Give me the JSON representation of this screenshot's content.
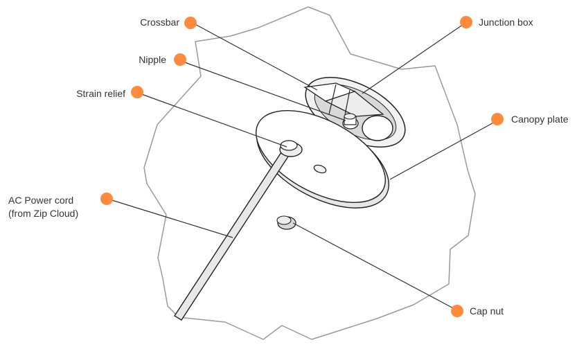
{
  "colors": {
    "callout_dot": "#FF8A3D",
    "leader_line": "#333333",
    "outline": "#999999",
    "part_stroke": "#222222",
    "part_fill": "#F2F2F2",
    "part_shade": "#D9D9D9"
  },
  "labels": {
    "crossbar": "Crossbar",
    "junction_box": "Junction box",
    "nipple": "Nipple",
    "strain_relief": "Strain relief",
    "canopy_plate": "Canopy plate",
    "ac_power_cord_line1": "AC Power cord",
    "ac_power_cord_line2": "(from Zip Cloud)",
    "cap_nut": "Cap nut"
  }
}
